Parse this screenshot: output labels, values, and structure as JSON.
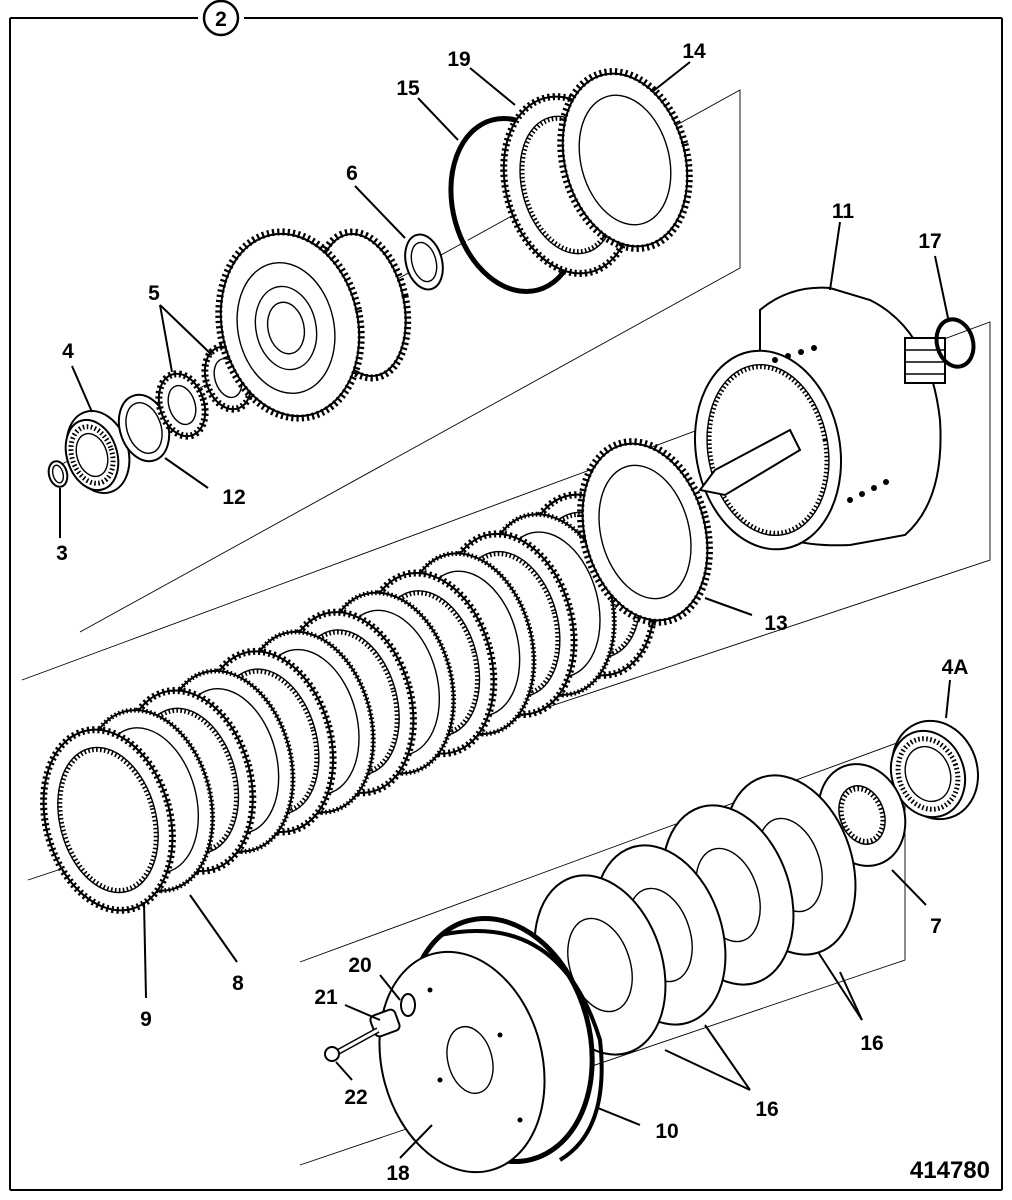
{
  "sheet": {
    "number": "2",
    "reference": "414780"
  },
  "callouts": {
    "c2": "2",
    "c3": "3",
    "c4": "4",
    "c4a": "4A",
    "c5": "5",
    "c6": "6",
    "c7": "7",
    "c8": "8",
    "c9": "9",
    "c10": "10",
    "c11": "11",
    "c12": "12",
    "c13": "13",
    "c14": "14",
    "c15": "15",
    "c16a": "16",
    "c16b": "16",
    "c17": "17",
    "c18": "18",
    "c19": "19",
    "c20": "20",
    "c21": "21",
    "c22": "22"
  },
  "colors": {
    "ink": "#000000",
    "paper": "#ffffff"
  }
}
